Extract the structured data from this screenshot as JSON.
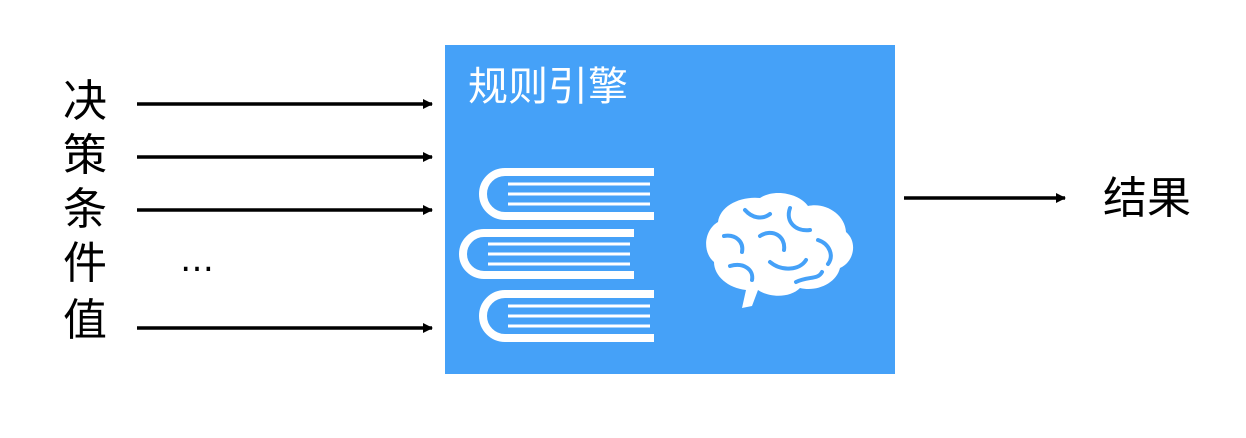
{
  "inputs": {
    "label_chars": [
      "决",
      "策",
      "条",
      "件",
      "值"
    ],
    "ellipsis": "…"
  },
  "engine": {
    "title": "规则引擎",
    "color": "#45A1F8",
    "icons": [
      "books-icon",
      "brain-icon"
    ]
  },
  "output": {
    "label": "结果"
  }
}
